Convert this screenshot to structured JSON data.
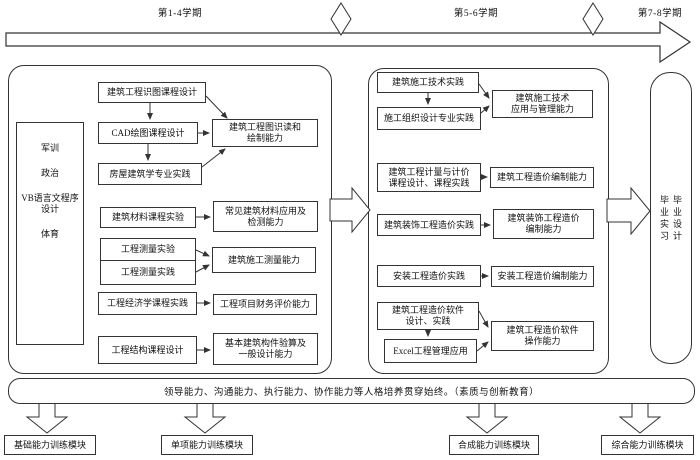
{
  "timeline": {
    "sem_1_4": "第1-4学期",
    "sem_5_6": "第5-6学期",
    "sem_7_8": "第7-8学期"
  },
  "left": {
    "general": [
      "军训",
      "政治",
      "VB语言文程序\n设计",
      "体育"
    ],
    "course_shitu": "建筑工程识图课程设计",
    "course_cad": "CAD绘图课程设计",
    "course_fangwu": "房屋建筑学专业实践",
    "ability_tuzhi": "建筑工程图识读和\n绘制能力",
    "course_cailiao": "建筑材料课程实验",
    "ability_cailiao": "常见建筑材料应用及\n检测能力",
    "course_celiang_shiyan": "工程测量实验",
    "course_celiang_shijian": "工程测量实践",
    "ability_celiang": "建筑施工测量能力",
    "course_jingji": "工程经济学课程实践",
    "ability_caiwu": "工程项目财务评价能力",
    "course_jiegou": "工程结构课程设计",
    "ability_goujian": "基本建筑构件验算及\n一般设计能力"
  },
  "right": {
    "course_shigong": "建筑施工技术实践",
    "course_zuzhi": "施工组织设计专业实践",
    "ability_shigong": "建筑施工技术\n应用与管理能力",
    "course_jiliang": "建筑工程计量与计价\n课程设计、课程实践",
    "ability_zaojia": "建筑工程造价编制能力",
    "course_zhuangshi": "建筑装饰工程造价实践",
    "ability_zhuangshi": "建筑装饰工程造价\n编制能力",
    "course_anzhuang": "安装工程造价实践",
    "ability_anzhuang": "安装工程造价编制能力",
    "course_ruanjian": "建筑工程造价软件\n设计、实践",
    "course_excel": "Excel工程管理应用",
    "ability_ruanjian": "建筑工程造价软件\n操作能力"
  },
  "graduation": {
    "internship": "毕业实习",
    "design": "毕业设计"
  },
  "quality_bar": "领导能力、沟通能力、执行能力、协作能力等人格培养贯穿始终。（素质与创新教育）",
  "modules": [
    "基础能力训练模块",
    "单项能力训练模块",
    "合成能力训练模块",
    "综合能力训练模块"
  ]
}
